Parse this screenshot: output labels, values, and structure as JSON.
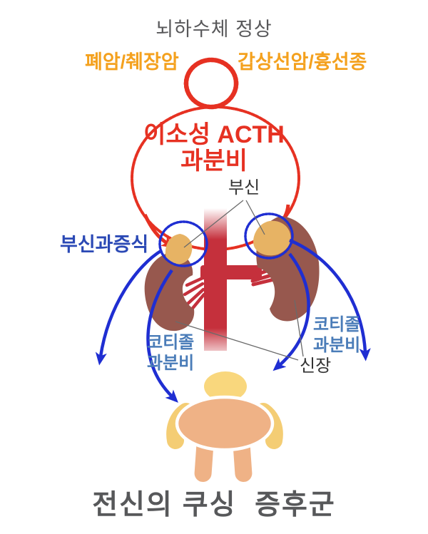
{
  "labels": {
    "pituitary_status": "뇌하수체 정상",
    "lung_pancreatic_cancer": "폐암/췌장암",
    "thyroid_cancer_thymoma": "갑상선암/흉선종",
    "ectopic_acth_line1": "이소성 ACTH",
    "ectopic_acth_line2": "과분비",
    "adrenal": "부신",
    "adrenal_hyperplasia": "부신과증식",
    "cortisol_left": {
      "line1": "코티졸",
      "line2": "과분비"
    },
    "cortisol_right": {
      "line1": "코티졸",
      "line2": "과분비"
    },
    "kidney": "신장",
    "bottom_caption": "전신의 쿠싱  증후군"
  },
  "colors": {
    "title_gray": "#58585a",
    "cancer_orange": "#f4a11e",
    "acth_red": "#e63122",
    "aorta_red": "#c5303c",
    "kidney_brown": "#97584e",
    "adrenal_tan": "#e7b364",
    "arrow_blue": "#1f2ed2",
    "hyperplasia_blue": "#2b49b5",
    "cortisol_blue": "#4a7cb8",
    "pointer_line_gray": "#6a6a6a",
    "body_peach": "#efb286",
    "head_yellow": "#f9d77d",
    "arm_yellow": "#f4cd74"
  }
}
